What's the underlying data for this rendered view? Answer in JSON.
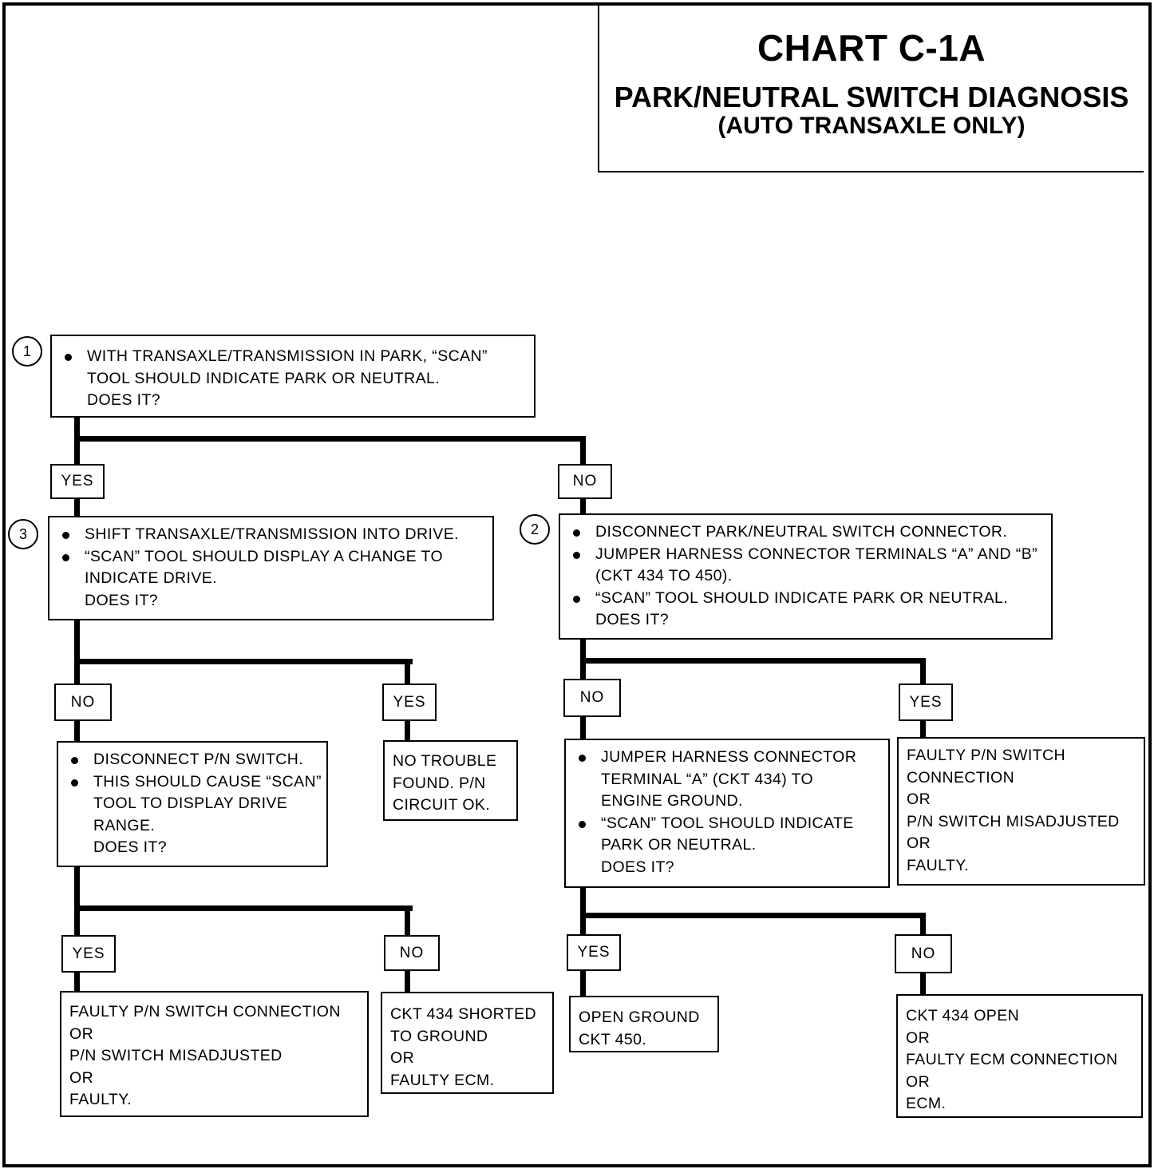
{
  "header": {
    "title": "CHART C-1A",
    "subtitle": "PARK/NEUTRAL SWITCH DIAGNOSIS",
    "subtitle2": "(AUTO TRANSAXLE ONLY)"
  },
  "steps": {
    "s1": "1",
    "s2": "2",
    "s3": "3"
  },
  "nodes": {
    "q1": {
      "bullets": [
        "WITH TRANSAXLE/TRANSMISSION IN PARK, “SCAN” TOOL SHOULD INDICATE PARK OR NEUTRAL."
      ],
      "question": "DOES IT?"
    },
    "q3": {
      "bullets": [
        "SHIFT TRANSAXLE/TRANSMISSION INTO DRIVE.",
        "“SCAN” TOOL SHOULD DISPLAY A CHANGE TO INDICATE DRIVE."
      ],
      "question": "DOES IT?"
    },
    "q2": {
      "bullets": [
        "DISCONNECT PARK/NEUTRAL SWITCH CONNECTOR.",
        "JUMPER HARNESS CONNECTOR TERMINALS “A” AND “B” (CKT 434 TO 450).",
        "“SCAN” TOOL SHOULD INDICATE PARK OR NEUTRAL."
      ],
      "question": "DOES IT?"
    },
    "q3_no": {
      "bullets": [
        "DISCONNECT P/N SWITCH.",
        "THIS SHOULD CAUSE “SCAN” TOOL TO DISPLAY DRIVE RANGE."
      ],
      "question": "DOES IT?"
    },
    "q2_no": {
      "bullets": [
        "JUMPER HARNESS CONNECTOR TERMINAL “A” (CKT 434) TO ENGINE GROUND.",
        "“SCAN” TOOL SHOULD INDICATE PARK OR NEUTRAL."
      ],
      "question": "DOES IT?"
    },
    "r_no_trouble": {
      "lines": [
        "NO TROUBLE",
        "FOUND.  P/N",
        "CIRCUIT OK."
      ]
    },
    "r_q2_yes": {
      "lines": [
        "FAULTY P/N SWITCH",
        "CONNECTION",
        "OR",
        "P/N SWITCH MISADJUSTED",
        "OR",
        "FAULTY."
      ]
    },
    "r_q3no_yes": {
      "lines": [
        "FAULTY P/N SWITCH CONNECTION",
        "OR",
        "P/N SWITCH MISADJUSTED",
        "OR",
        "FAULTY."
      ]
    },
    "r_q3no_no": {
      "lines": [
        "CKT 434 SHORTED",
        "TO GROUND",
        "OR",
        "FAULTY ECM."
      ]
    },
    "r_q2no_yes": {
      "lines": [
        "OPEN GROUND",
        "CKT 450."
      ]
    },
    "r_q2no_no": {
      "lines": [
        "CKT 434 OPEN",
        "OR",
        "FAULTY ECM CONNECTION",
        "OR",
        "ECM."
      ]
    }
  },
  "labels": {
    "q1_yes": "YES",
    "q1_no": "NO",
    "q3_no": "NO",
    "q3_yes": "YES",
    "q2_no": "NO",
    "q2_yes": "YES",
    "q3no_yes": "YES",
    "q3no_no": "NO",
    "q2no_yes": "YES",
    "q2no_no": "NO"
  }
}
